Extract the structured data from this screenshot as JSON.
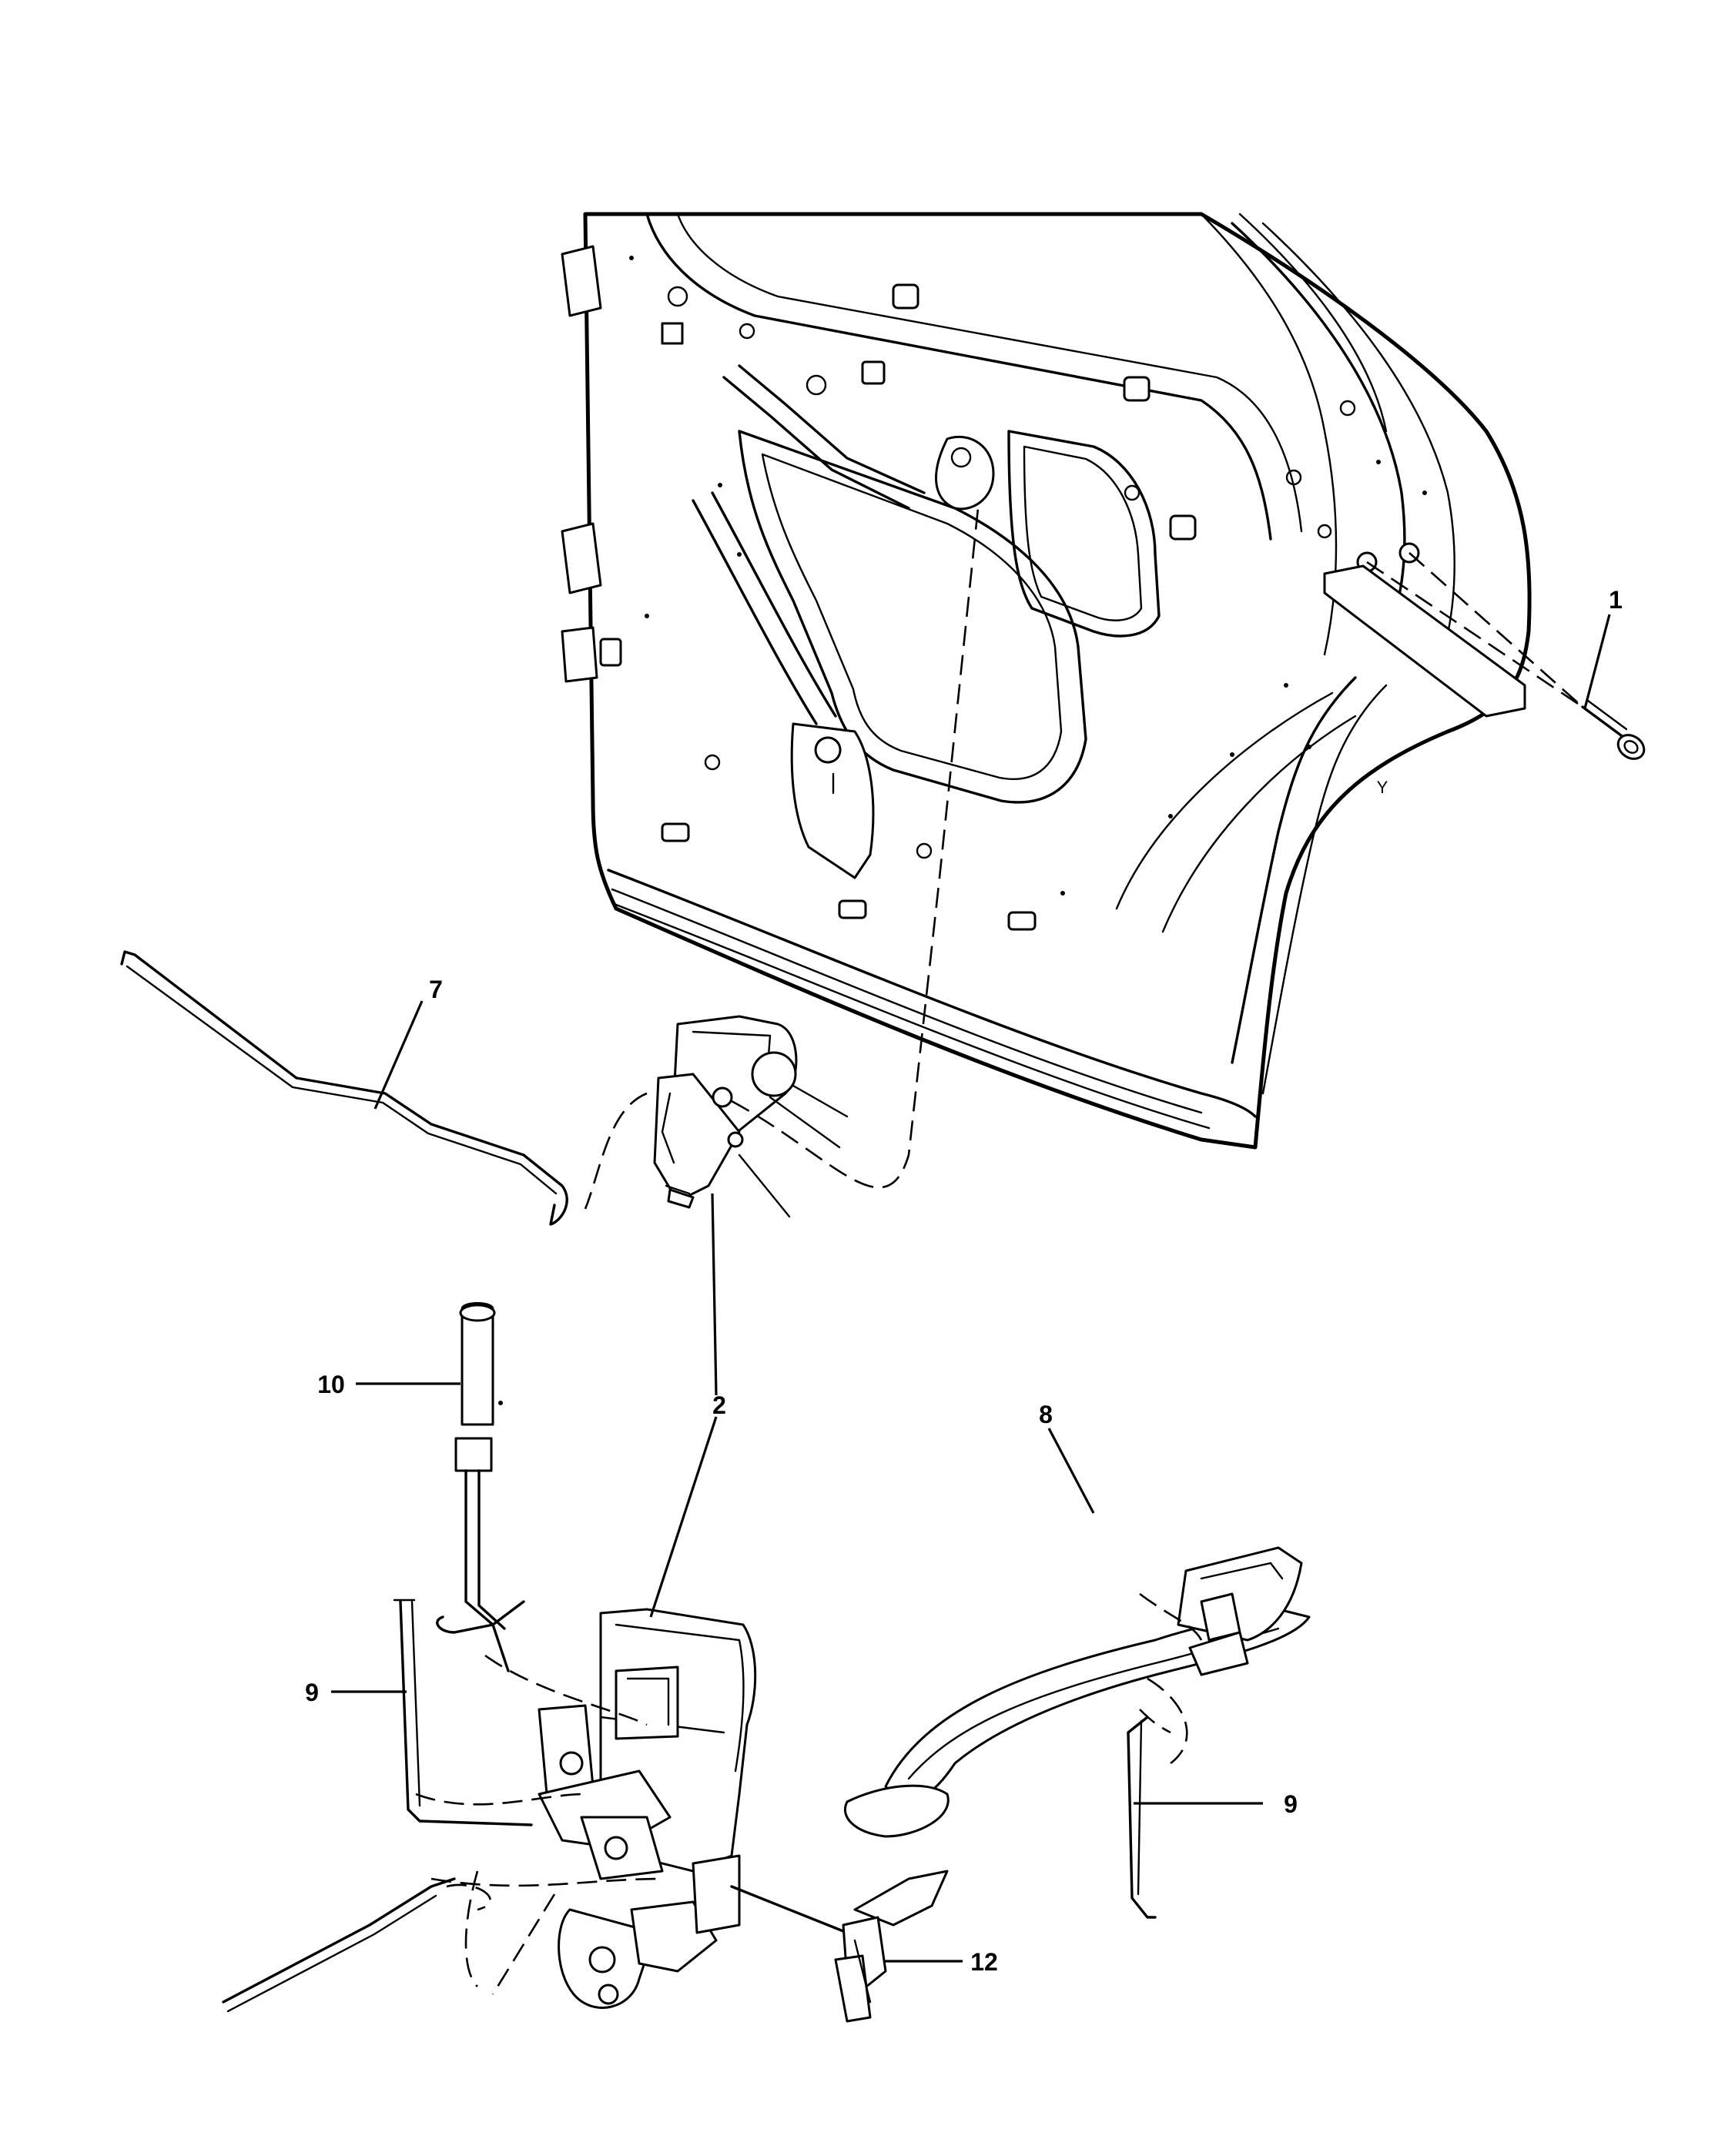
{
  "callouts": {
    "c1": "1",
    "c2": "2",
    "c7": "7",
    "c8": "8",
    "c9a": "9",
    "c9b": "9",
    "c10": "10",
    "c12": "12"
  },
  "annotations": {
    "y_mark": "Y"
  }
}
